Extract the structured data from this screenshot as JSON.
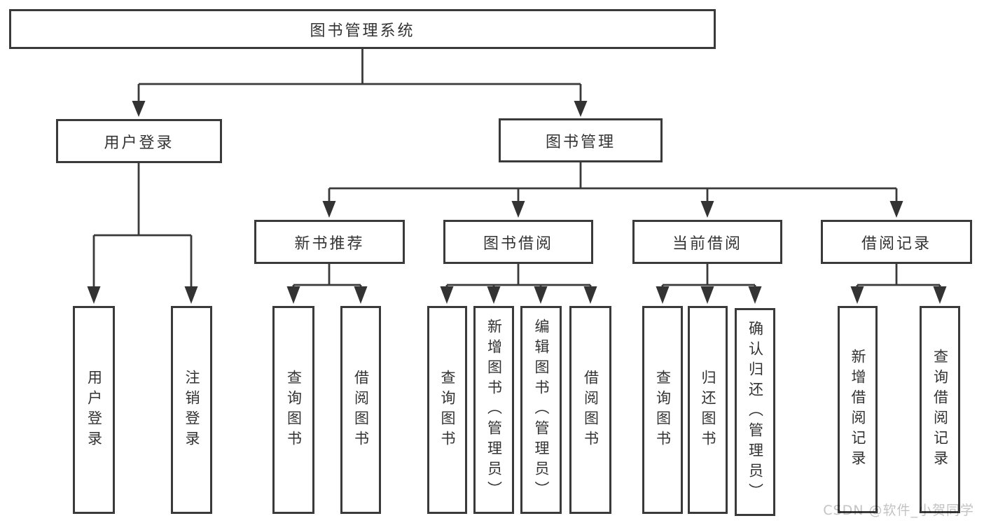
{
  "nodes": {
    "root": "图书管理系统",
    "level2": {
      "user_login": "用户登录",
      "book_mgmt": "图书管理"
    },
    "level3": [
      "新书推荐",
      "图书借阅",
      "当前借阅",
      "借阅记录"
    ],
    "leaves": [
      "用户登录",
      "注销登录",
      "查询图书",
      "借阅图书",
      "查询图书",
      "新增图书（管理员）",
      "编辑图书（管理员）",
      "借阅图书",
      "查询图书",
      "归还图书",
      "确认归还（管理员）",
      "新增借阅记录",
      "查询借阅记录"
    ]
  },
  "watermark": {
    "text": "CSDN @软件_小贺同学"
  },
  "colors": {
    "line": "#3a3a3a",
    "text": "#333333",
    "watermark": "#c3c3c3",
    "background": "#ffffff"
  }
}
